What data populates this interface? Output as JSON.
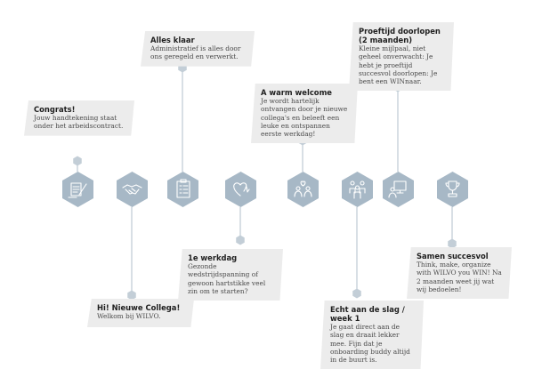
{
  "colors": {
    "hex_fill": "#a7b8c6",
    "connector": "#c3ced7",
    "card_bg": "#ececec",
    "icon_line": "#ffffff"
  },
  "steps": [
    {
      "id": "step-congrats",
      "icon": "signing-contract-icon",
      "title": "Congrats!",
      "text": "Jouw handtekening staat onder het arbeidscontract."
    },
    {
      "id": "step-hi-nieuwe-collega",
      "icon": "handshake-icon",
      "title": "Hi! Nieuwe Collega!",
      "text": "Welkom bij WILVO."
    },
    {
      "id": "step-alles-klaar",
      "icon": "checklist-icon",
      "title": "Alles klaar",
      "text": "Administratief is alles door ons geregeld en verwerkt."
    },
    {
      "id": "step-1e-werkdag",
      "icon": "heartbeat-icon",
      "title": "1e werkdag",
      "text": "Gezonde wedstrijdspanning of gewoon hartstikke veel zin om te starten?"
    },
    {
      "id": "step-warm-welcome",
      "icon": "team-heart-icon",
      "title": "A warm welcome",
      "text": "Je wordt hartelijk ontvangen door je nieuwe collega's en beleeft een leuke en ontspannen eerste werkdag!"
    },
    {
      "id": "step-echt-aan-de-slag",
      "icon": "teamwork-icon",
      "title": "Echt aan de slag / week 1",
      "text": "Je gaat direct aan de slag en draait lekker mee. Fijn dat je onboarding buddy altijd in de buurt is."
    },
    {
      "id": "step-proeftijd",
      "icon": "computer-user-icon",
      "title": "Proeftijd doorlopen\n(2 maanden)",
      "text": "Kleine mijlpaal, niet geheel onverwacht: Je hebt je proeftijd succesvol doorlopen: Je bent een WINnaar."
    },
    {
      "id": "step-samen-succesvol",
      "icon": "trophy-icon",
      "title": "Samen succesvol",
      "text": "Think, make, organize with WILVO you WIN! Na 2 maanden weet jij wat wij bedoelen!"
    }
  ]
}
